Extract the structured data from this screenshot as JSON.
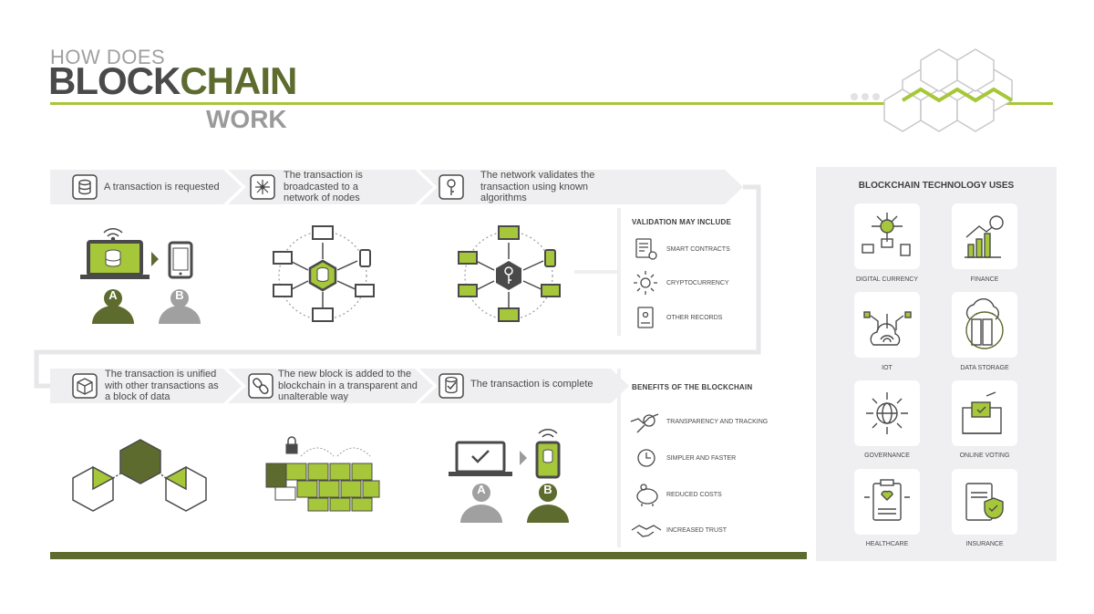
{
  "header": {
    "title_top": "HOW DOES",
    "title_main_a": "BLOCK",
    "title_main_b": "CHAIN",
    "title_bottom": "WORK"
  },
  "steps": [
    {
      "text": "A transaction is requested"
    },
    {
      "text": "The transaction is broadcasted to a network of nodes"
    },
    {
      "text": "The network validates the transaction using known algorithms"
    },
    {
      "text": "The transaction is unified with other transactions as a block of data"
    },
    {
      "text": "The new block is added to the blockchain in a transparent and unalterable way"
    },
    {
      "text": "The transaction is complete"
    }
  ],
  "people": {
    "a": "A",
    "b": "B"
  },
  "validation": {
    "heading": "VALIDATION MAY INCLUDE",
    "items": [
      "SMART CONTRACTS",
      "CRYPTOCURRENCY",
      "OTHER RECORDS"
    ]
  },
  "benefits": {
    "heading": "BENEFITS OF THE BLOCKCHAIN",
    "items": [
      "TRANSPARENCY AND TRACKING",
      "SIMPLER AND FASTER",
      "REDUCED COSTS",
      "INCREASED TRUST"
    ]
  },
  "uses": {
    "heading": "BLOCKCHAIN TECHNOLOGY USES",
    "items": [
      "DIGITAL CURRENCY",
      "FINANCE",
      "IOT",
      "DATA STORAGE",
      "GOVERNANCE",
      "ONLINE VOTING",
      "HEALTHCARE",
      "INSURANCE"
    ]
  },
  "colors": {
    "green": "#a7c73a",
    "olive": "#5e6b2f",
    "dark": "#4a4a4a",
    "grey": "#9b9b9b",
    "light": "#efeef0"
  }
}
